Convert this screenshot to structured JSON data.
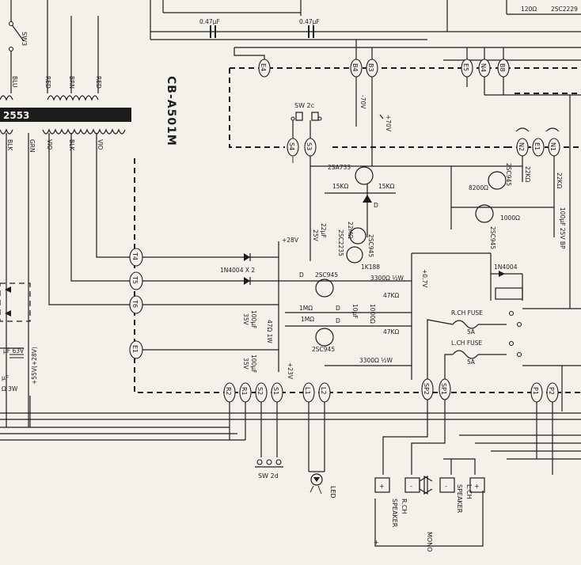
{
  "board_label": "CB-A501M",
  "transformer_label": "2553",
  "transformer_wires_top": [
    "BLU",
    "RED",
    "BRN",
    "RED"
  ],
  "transformer_wires_bottom": [
    "BLK",
    "GRN",
    "VIO",
    "BLK",
    "VIO"
  ],
  "top_left_switch": "SW3",
  "top_values": {
    "cap_left": "0.47μF",
    "cap_right": "0.47μF",
    "res_top": "120Ω",
    "trans_top": "2SC2229"
  },
  "terminals": {
    "top": [
      "E4",
      "B4",
      "B3",
      "E5",
      "N4",
      "B8"
    ],
    "left": [
      "T4",
      "T5",
      "T6",
      "E1"
    ],
    "inner_top": [
      "S4",
      "S3"
    ],
    "right_top": [
      "N2",
      "E1",
      "N1"
    ],
    "bottom": [
      "R2",
      "R1",
      "S2",
      "S1",
      "L1",
      "L2",
      "SP2",
      "SP1",
      "P1",
      "P2"
    ]
  },
  "switches": {
    "sw2c": "SW 2c",
    "sw2d": "SW 2d"
  },
  "rails": {
    "neg70": "-70V",
    "pos70": "+70V",
    "pos28": "+28V",
    "neg07": "+0.7V",
    "pos23": "+23V"
  },
  "components": {
    "q_2sa733": "2SA733",
    "r15k_left": "15KΩ",
    "r15k_right": "15KΩ",
    "r22m": "22MΩ",
    "d_small": "D",
    "c22uf": "22μF",
    "c22uf_v": "25V",
    "q_2sc2235": "2SC2235",
    "q_2sc945_mid": "2SC945",
    "d_1k188": "1K188",
    "d_1n4004x2": "1N4004 X 2",
    "q_2sc945_upper": "2SC945",
    "q_2sc945_lower": "2SC945",
    "r3300_top": "3300Ω ½W",
    "r3300_bot": "3300Ω ½W",
    "r47k_top": "47KΩ",
    "r47k_bot": "47KΩ",
    "r1m_top": "1MΩ",
    "r1m_bot": "1MΩ",
    "d_left_top": "D",
    "d_left_bot": "D",
    "d_mid": "D",
    "c100uf_top": "100μF",
    "c100uf_top_v": "35V",
    "r47_1w": "47Ω 1W",
    "c100uf_bot": "100μF",
    "c100uf_bot_v": "35V",
    "c10uf": "10μF",
    "r1000_mid": "1000Ω",
    "q_2sc945_right": "2SC945",
    "r8200": "8200Ω",
    "r22k_a": "22KΩ",
    "q_2sc945_right2": "2SC945",
    "r1000_right": "1000Ω",
    "r22k_b": "22KΩ",
    "c100uf_bp": "100μF 25V BP",
    "d_1n4004_right": "1N4004",
    "rch_fuse": "R.CH FUSE",
    "rch_fuse_val": "5A",
    "lch_fuse": "L.CH FUSE",
    "lch_fuse_val": "5A",
    "led": "LED"
  },
  "left_values": {
    "cap63": "μF 63V",
    "cap_small": "μF",
    "res3w": "Ω 3W",
    "supply": "+55V(+28V)"
  },
  "speakers": {
    "r_label_1": "R.CH",
    "r_label_2": "SPEAKER",
    "l_label_1": "L.CH",
    "l_label_2": "SPEAKER",
    "mono": "MONO",
    "plus": "+",
    "minus": "-"
  }
}
